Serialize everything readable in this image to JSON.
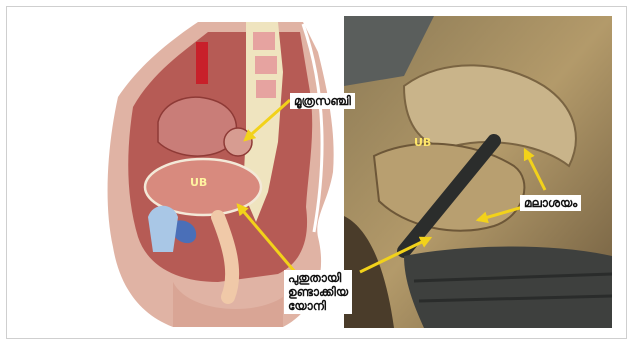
{
  "labels": {
    "bladder_top": "മൂത്രസഞ്ചി",
    "rectum": "മലാശയം",
    "vagina_lines": "പുതുതായി\nഉണ്ടാക്കിയ\nയോനി"
  },
  "ub": {
    "left": "UB",
    "right": "UB"
  },
  "colors": {
    "arrow": "#f2d21a",
    "bg": "#ffffff"
  }
}
